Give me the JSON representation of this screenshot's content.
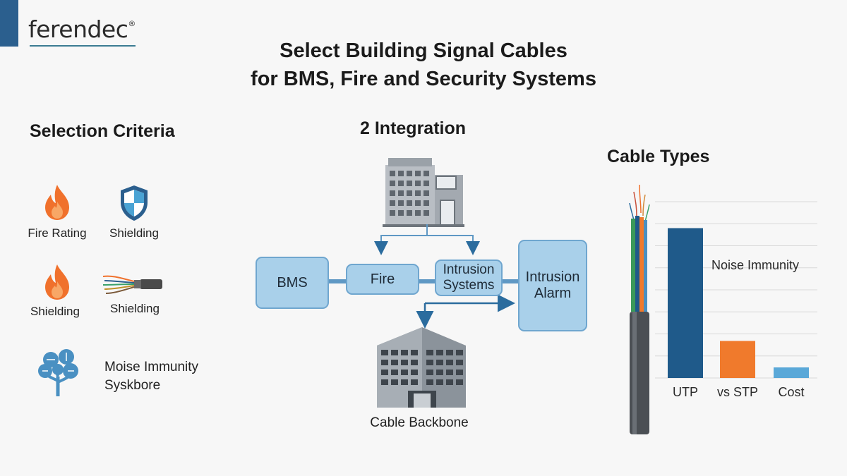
{
  "brand": {
    "name": "ferendec",
    "mark": "®"
  },
  "title": {
    "line1": "Select Building Signal Cables",
    "line2": "for BMS, Fire and Security Systems"
  },
  "criteria": {
    "heading": "Selection Criteria",
    "items": [
      {
        "label": "Fire Rating",
        "icon": "flame-icon"
      },
      {
        "label": "Shielding",
        "icon": "shield-icon"
      },
      {
        "label": "Shielding",
        "icon": "flame-icon"
      },
      {
        "label": "Shielding",
        "icon": "cable-wires-icon"
      }
    ],
    "noise": {
      "line1": "Moise Immunity",
      "line2": "Syskbore",
      "icon": "network-tree-icon"
    }
  },
  "integration": {
    "heading": "2  Integration",
    "nodes": {
      "bms": "BMS",
      "fire": "Fire",
      "intrusion_systems_1": "Intrusion",
      "intrusion_systems_2": "Systems",
      "intrusion_alarm_1": "Intrusion",
      "intrusion_alarm_2": "Alarm"
    },
    "backbone_label": "Cable Backbone"
  },
  "cable_types": {
    "heading": "Cable Types",
    "annotation": "Noise Immunity"
  },
  "colors": {
    "accent_blue": "#2b5f8e",
    "box_fill": "#a9d0ea",
    "flame_orange": "#f0712c",
    "bar_blue": "#1f5a8a",
    "bar_orange": "#f07a2c",
    "bar_light": "#5aa8d8"
  },
  "chart_data": {
    "type": "bar",
    "categories": [
      "UTP",
      "vs STP",
      "Cost"
    ],
    "values": [
      85,
      21,
      6
    ],
    "ylim": [
      0,
      100
    ],
    "grid": true,
    "annotation": "Noise Immunity"
  }
}
